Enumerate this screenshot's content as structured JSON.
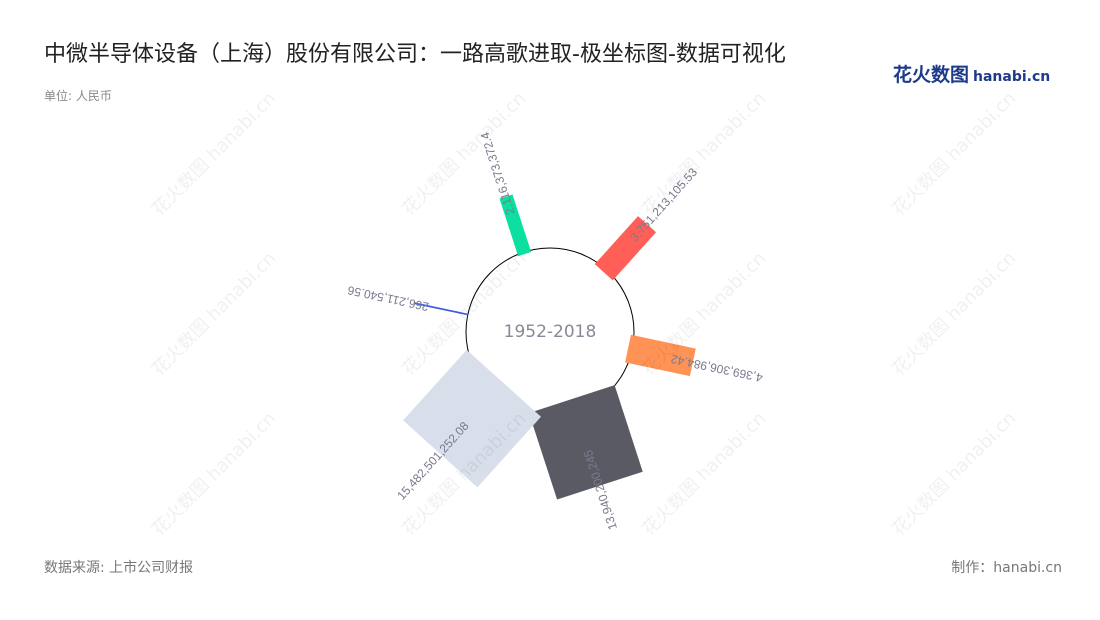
{
  "title": "中微半导体设备（上海）股份有限公司：一路高歌进取-极坐标图-数据可视化",
  "unit": "单位: 人民币",
  "logo": {
    "cn": "花火数图",
    "en": "hanabi.cn"
  },
  "source": "数据来源: 上市公司财报",
  "maker": "制作：hanabi.cn",
  "watermark": "花火数图 hanabi.cn",
  "chart_data": {
    "type": "polar-bar",
    "center_label": "1952-2018",
    "values": [
      2116373372.4,
      3751213105.53,
      4369306984.42,
      13940200245,
      15482501252.08,
      266211540.56
    ],
    "labels": [
      "2,116,373,372.4",
      "3,751,213,105.53",
      "4,369,306,984.42",
      "13,940,200,245",
      "15,482,501,252.08",
      "266,211,540.56"
    ],
    "colors": [
      "#0be0a0",
      "#ff5f57",
      "#ff9355",
      "#5a5a64",
      "#d8deea",
      "#3b5de7"
    ]
  }
}
